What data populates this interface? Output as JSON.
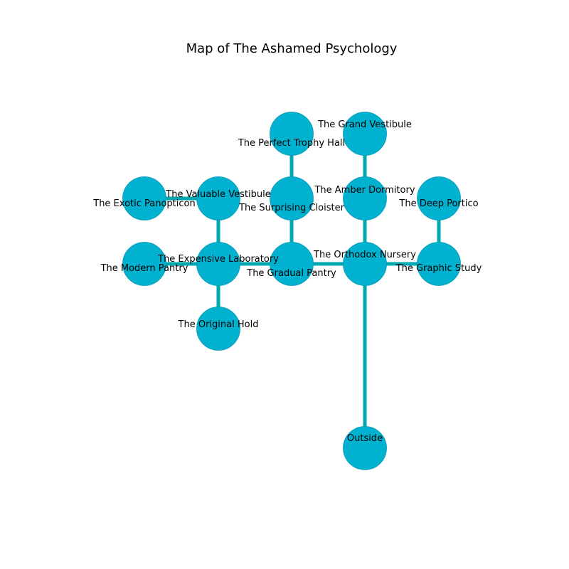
{
  "title": "Map of The Ashamed Psychology",
  "colors": {
    "node_fill": "#00b2d0",
    "node_stroke": "#0899b3",
    "edge": "#00a8b0"
  },
  "rooms": [
    {
      "id": "perfect_trophy_hall",
      "label": "The Perfect Trophy Hall"
    },
    {
      "id": "grand_vestibule",
      "label": "The Grand Vestibule"
    },
    {
      "id": "exotic_panopticon",
      "label": "The Exotic Panopticon"
    },
    {
      "id": "valuable_vestibule",
      "label": "The Valuable Vestibule"
    },
    {
      "id": "surprising_cloister",
      "label": "The Surprising Cloister"
    },
    {
      "id": "amber_dormitory",
      "label": "The Amber Dormitory"
    },
    {
      "id": "deep_portico",
      "label": "The Deep Portico"
    },
    {
      "id": "modern_pantry",
      "label": "The Modern Pantry"
    },
    {
      "id": "expensive_laboratory",
      "label": "The Expensive Laboratory"
    },
    {
      "id": "gradual_pantry",
      "label": "The Gradual Pantry"
    },
    {
      "id": "orthodox_nursery",
      "label": "The Orthodox Nursery"
    },
    {
      "id": "graphic_study",
      "label": "The Graphic Study"
    },
    {
      "id": "original_hold",
      "label": "The Original Hold"
    },
    {
      "id": "outside",
      "label": "Outside"
    }
  ],
  "connections": [
    [
      "perfect_trophy_hall",
      "surprising_cloister"
    ],
    [
      "surprising_cloister",
      "gradual_pantry"
    ],
    [
      "grand_vestibule",
      "amber_dormitory"
    ],
    [
      "amber_dormitory",
      "orthodox_nursery"
    ],
    [
      "exotic_panopticon",
      "valuable_vestibule"
    ],
    [
      "valuable_vestibule",
      "expensive_laboratory"
    ],
    [
      "modern_pantry",
      "expensive_laboratory"
    ],
    [
      "expensive_laboratory",
      "gradual_pantry"
    ],
    [
      "expensive_laboratory",
      "original_hold"
    ],
    [
      "gradual_pantry",
      "orthodox_nursery"
    ],
    [
      "orthodox_nursery",
      "graphic_study"
    ],
    [
      "deep_portico",
      "graphic_study"
    ],
    [
      "orthodox_nursery",
      "outside"
    ]
  ]
}
